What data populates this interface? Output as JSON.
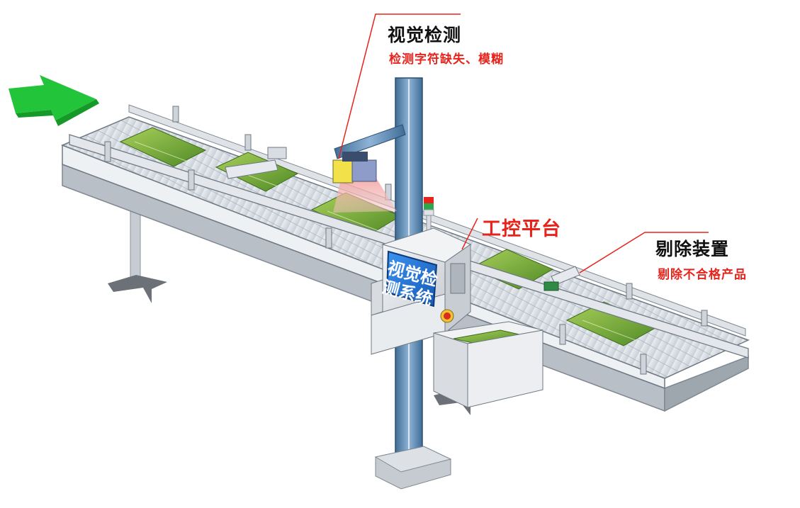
{
  "labels": {
    "vision_inspection": {
      "title": "视觉检测",
      "subtitle": "检测字符缺失、模糊"
    },
    "control_platform": {
      "title": "工控平台"
    },
    "rejection_device": {
      "title": "剔除装置",
      "subtitle": "剔除不合格产品"
    },
    "screen": {
      "line1": "视觉检",
      "line2": "测系统"
    }
  },
  "colors": {
    "accent_red": "#e8231b",
    "flow_arrow": "#22c43a",
    "column_blue": "#5b86ad",
    "screen_blue": "#1f74d8",
    "product_green": "#6fa83a",
    "conveyor_gray": "#d9dde2"
  },
  "icons": {
    "flow_arrow": "green-arrow-right",
    "signal_light": "red-green-tower-light",
    "emergency_stop": "red-yellow-knob"
  }
}
